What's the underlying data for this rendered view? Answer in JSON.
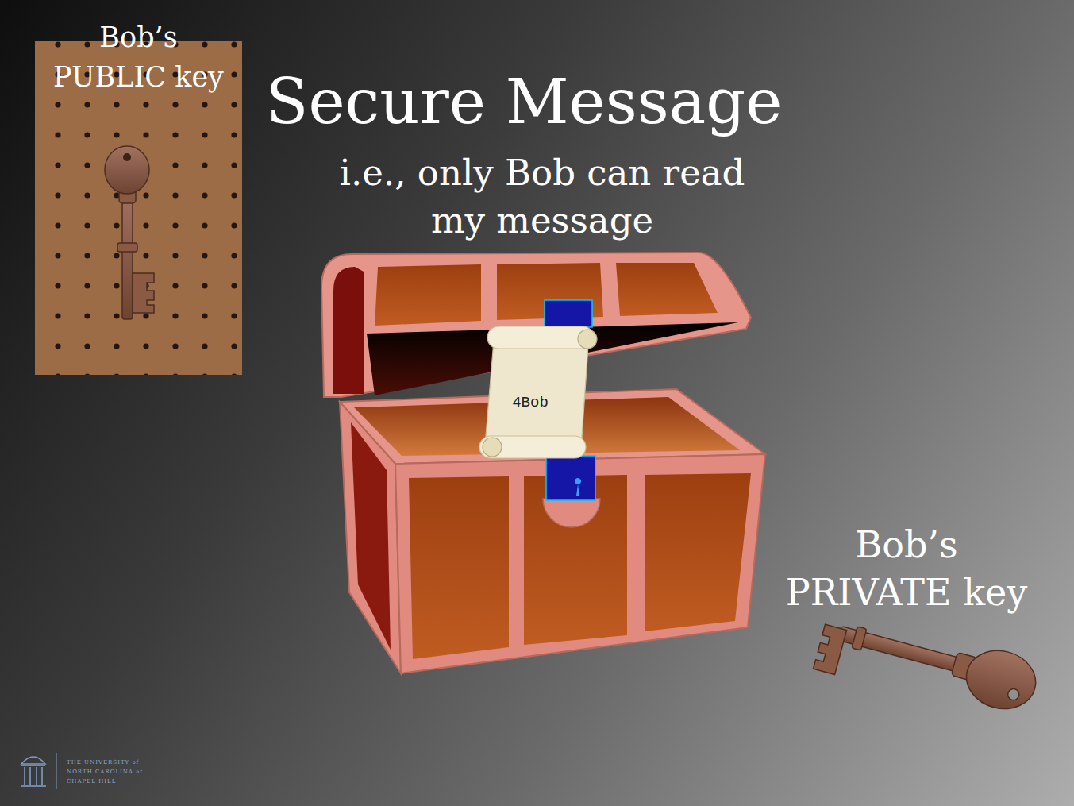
{
  "diagram": {
    "title": "Secure Message",
    "nodes": [
      {
        "text": [
          "Bob’s PUBLIC key"
        ]
      },
      {
        "text": [
          "4Bob"
        ]
      }
    ],
    "labels": [
      "i.e., only Bob can read my message",
      "Bob’s PRIVATE key",
      "THE UNIVERSITY of NORTH CAROLINA at CHAPEL HILL"
    ]
  }
}
